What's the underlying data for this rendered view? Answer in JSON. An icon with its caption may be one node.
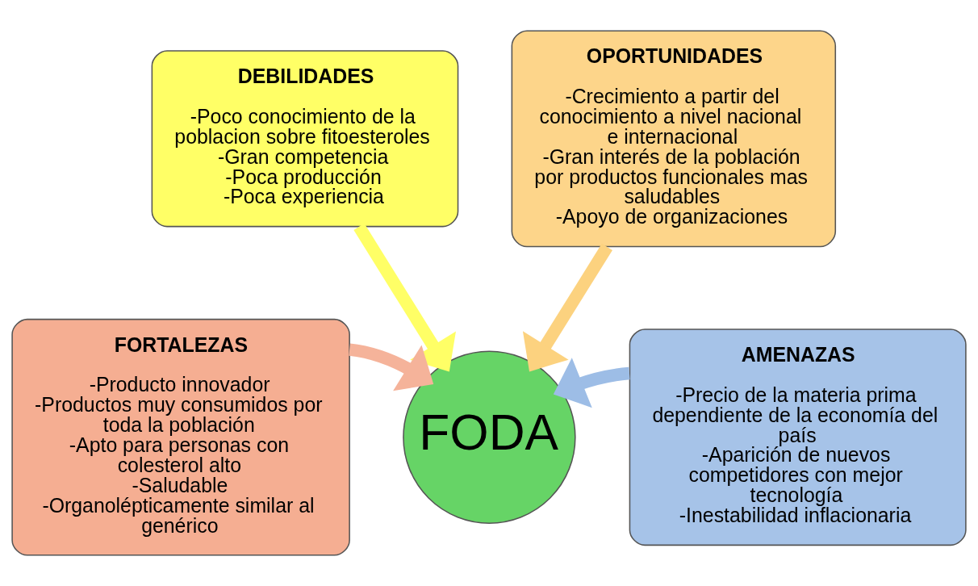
{
  "diagram": {
    "nodes": [
      {
        "text": [
          "DEBILIDADES",
          "-Poco conocimiento de la poblacion sobre fitoesteroles",
          "-Gran competencia",
          "-Poca producción",
          "-Poca experiencia"
        ]
      },
      {
        "text": [
          "OPORTUNIDADES",
          "-Crecimiento a partir del conocimiento a nivel nacional e internacional",
          "-Gran interés de la población por productos funcionales mas saludables",
          "-Apoyo de organizaciones"
        ]
      },
      {
        "text": [
          "FORTALEZAS",
          "-Producto innovador",
          "-Productos muy consumidos por toda la población",
          "-Apto para personas con colesterol alto",
          "-Saludable",
          "-Organolépticamente similar al genérico"
        ]
      },
      {
        "text": [
          "AMENAZAS",
          "-Precio de la materia prima dependiente de la economía del país",
          "-Aparición de nuevos competidores con mejor tecnología",
          "-Inestabilidad inflacionaria"
        ]
      },
      {
        "text": [
          "FODA"
        ]
      }
    ],
    "edges": [
      {
        "from": 0,
        "to": 4,
        "arrow": "to",
        "color": "#ffff66"
      },
      {
        "from": 1,
        "to": 4,
        "arrow": "to",
        "color": "#fcd27f"
      },
      {
        "from": 2,
        "to": 4,
        "arrow": "to",
        "color": "#f5b39a"
      },
      {
        "from": 3,
        "to": 4,
        "arrow": "to",
        "color": "#9dbde6"
      }
    ]
  }
}
